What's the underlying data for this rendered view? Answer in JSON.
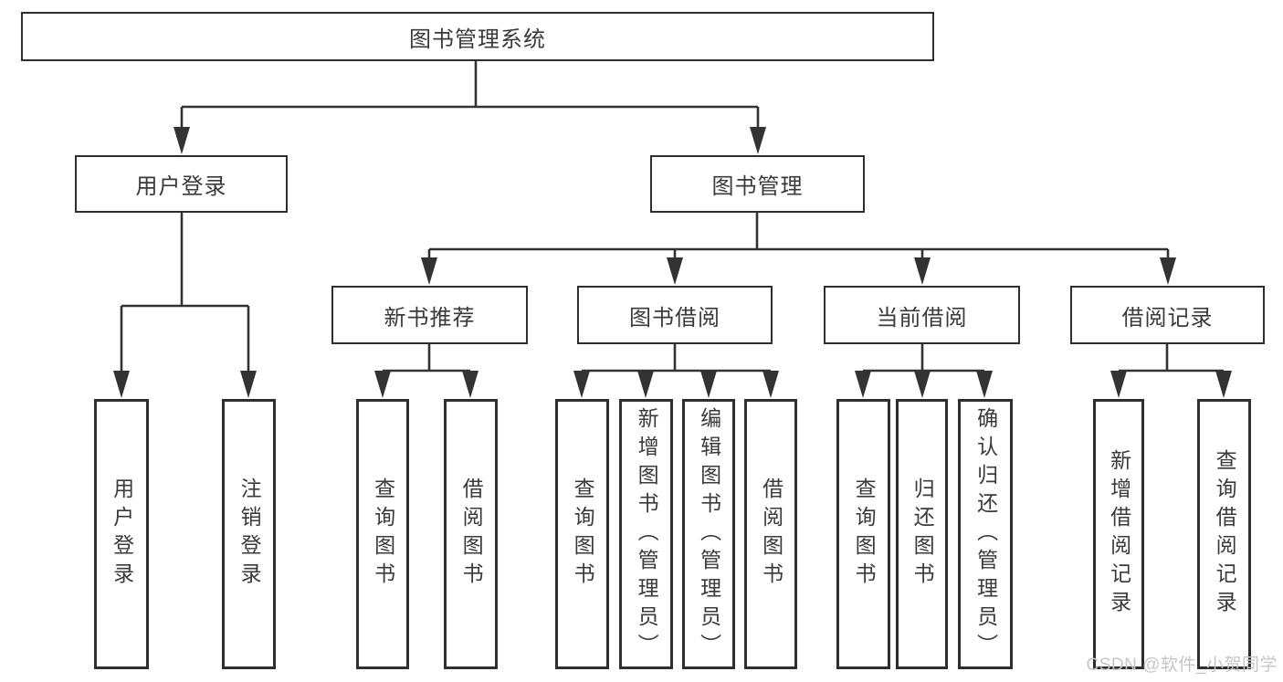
{
  "tree": {
    "label": "图书管理系统",
    "children": [
      {
        "label": "用户登录",
        "children": [
          {
            "label": "用户登录"
          },
          {
            "label": "注销登录"
          }
        ]
      },
      {
        "label": "图书管理",
        "children": [
          {
            "label": "新书推荐",
            "children": [
              {
                "label": "查询图书"
              },
              {
                "label": "借阅图书"
              }
            ]
          },
          {
            "label": "图书借阅",
            "children": [
              {
                "label": "查询图书"
              },
              {
                "label": "新增图书（管理员）"
              },
              {
                "label": "编辑图书（管理员）"
              },
              {
                "label": "借阅图书"
              }
            ]
          },
          {
            "label": "当前借阅",
            "children": [
              {
                "label": "查询图书"
              },
              {
                "label": "归还图书"
              },
              {
                "label": "确认归还（管理员）"
              }
            ]
          },
          {
            "label": "借阅记录",
            "children": [
              {
                "label": "新增借阅记录"
              },
              {
                "label": "查询借阅记录"
              }
            ]
          }
        ]
      }
    ]
  },
  "watermark": {
    "text": "CSDN @软件_小贺同学"
  },
  "colors": {
    "box_border": "#2e2e2e",
    "connector_line": "#333333",
    "text": "#3a3a3a",
    "watermark_text": "#c6c6c6",
    "background": "#ffffff"
  }
}
